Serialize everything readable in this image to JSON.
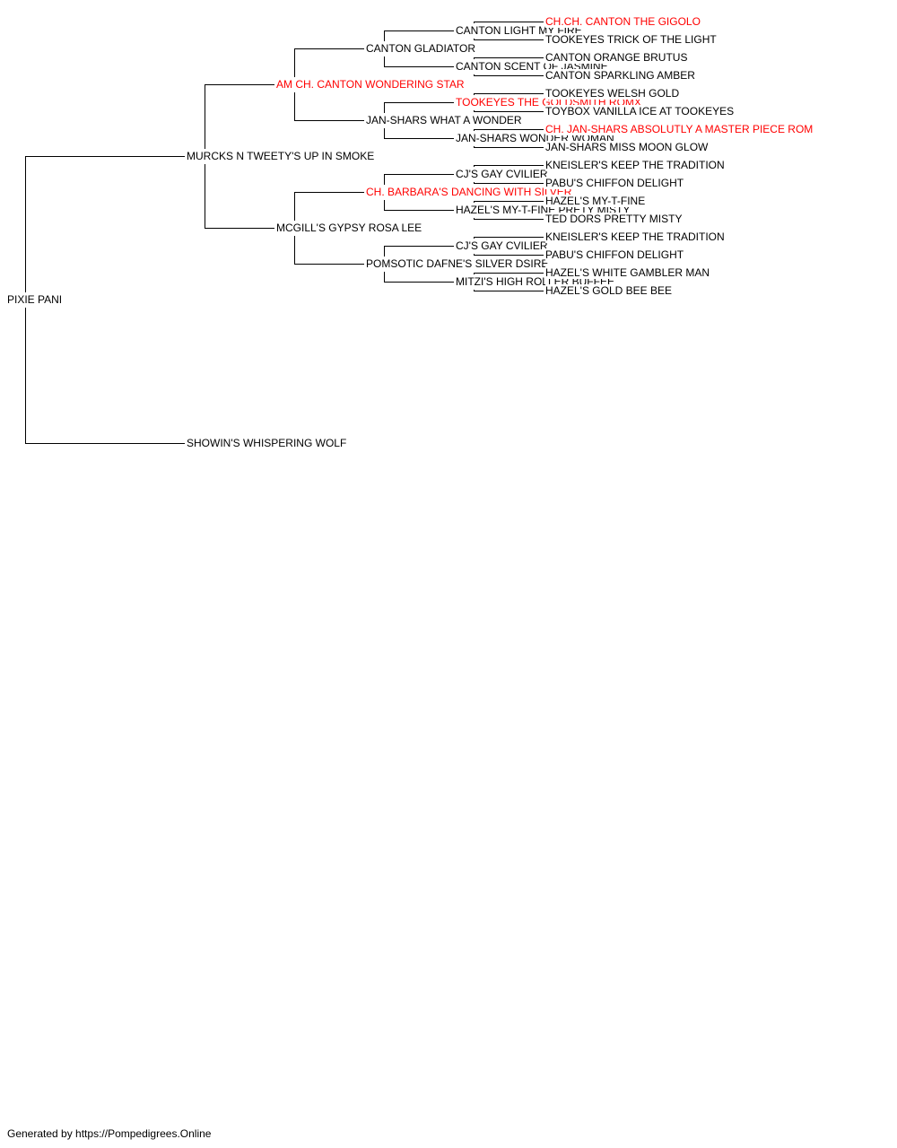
{
  "colors": {
    "line": "#000000",
    "text": "#000000",
    "champion": "#ff0000",
    "background": "#ffffff"
  },
  "pedigree": {
    "name": "PIXIE PANI",
    "champion": false,
    "sire": {
      "name": "MURCKS N TWEETY'S UP IN SMOKE",
      "champion": false,
      "sire": {
        "name": "AM CH. CANTON WONDERING STAR",
        "champion": true,
        "sire": {
          "name": "CANTON GLADIATOR",
          "champion": false,
          "sire": {
            "name": "CANTON LIGHT MY FIRE",
            "champion": false,
            "sire": {
              "name": "CH.CH. CANTON THE GIGOLO",
              "champion": true
            },
            "dam": {
              "name": "TOOKEYES TRICK OF THE LIGHT",
              "champion": false
            }
          },
          "dam": {
            "name": "CANTON SCENT OF JASMINE",
            "champion": false,
            "sire": {
              "name": "CANTON ORANGE BRUTUS",
              "champion": false
            },
            "dam": {
              "name": "CANTON SPARKLING AMBER",
              "champion": false
            }
          }
        },
        "dam": {
          "name": "JAN-SHARS WHAT A WONDER",
          "champion": false,
          "sire": {
            "name": "TOOKEYES THE GOLDSMITH ROMX",
            "champion": true,
            "sire": {
              "name": "TOOKEYES WELSH GOLD",
              "champion": false
            },
            "dam": {
              "name": "TOYBOX VANILLA ICE AT TOOKEYES",
              "champion": false
            }
          },
          "dam": {
            "name": "JAN-SHARS WONDER WOMAN",
            "champion": false,
            "sire": {
              "name": "CH. JAN-SHARS ABSOLUTLY A MASTER PIECE ROM",
              "champion": true
            },
            "dam": {
              "name": "JAN-SHARS MISS MOON GLOW",
              "champion": false
            }
          }
        }
      },
      "dam": {
        "name": "MCGILL'S GYPSY ROSA LEE",
        "champion": false,
        "sire": {
          "name": "CH. BARBARA'S DANCING WITH SILVER",
          "champion": true,
          "sire": {
            "name": "CJ'S GAY CVILIER",
            "champion": false,
            "sire": {
              "name": "KNEISLER'S KEEP THE TRADITION",
              "champion": false
            },
            "dam": {
              "name": "PABU'S CHIFFON DELIGHT",
              "champion": false
            }
          },
          "dam": {
            "name": "HAZEL'S MY-T-FINE PRETY MISTY",
            "champion": false,
            "sire": {
              "name": "HAZEL'S MY-T-FINE",
              "champion": false
            },
            "dam": {
              "name": "TED DORS PRETTY MISTY",
              "champion": false
            }
          }
        },
        "dam": {
          "name": "POMSOTIC DAFNE'S SILVER DSIRE",
          "champion": false,
          "sire": {
            "name": "CJ'S GAY CVILIER",
            "champion": false,
            "sire": {
              "name": "KNEISLER'S KEEP THE TRADITION",
              "champion": false
            },
            "dam": {
              "name": "PABU'S CHIFFON DELIGHT",
              "champion": false
            }
          },
          "dam": {
            "name": "MITZI'S HIGH ROLLER BUFFEE",
            "champion": false,
            "sire": {
              "name": "HAZEL'S WHITE GAMBLER MAN",
              "champion": false
            },
            "dam": {
              "name": "HAZEL'S GOLD BEE BEE",
              "champion": false
            }
          }
        }
      }
    },
    "dam": {
      "name": "SHOWIN'S WHISPERING WOLF",
      "champion": false
    }
  },
  "footer": {
    "text": "Generated by https://Pompedigrees.Online"
  }
}
